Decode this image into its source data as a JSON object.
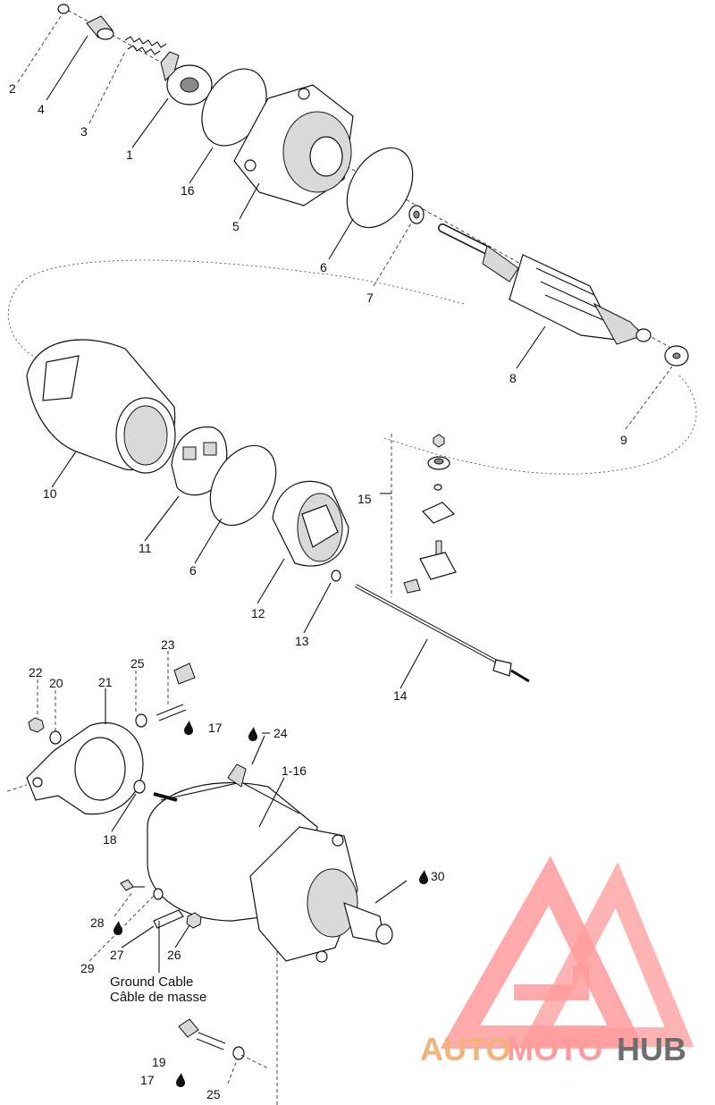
{
  "callouts": {
    "c1": "1",
    "c2": "2",
    "c3": "3",
    "c4": "4",
    "c5": "5",
    "c6a": "6",
    "c6b": "6",
    "c7": "7",
    "c8": "8",
    "c9": "9",
    "c10": "10",
    "c11": "11",
    "c12": "12",
    "c13": "13",
    "c14": "14",
    "c15": "15",
    "c16": "16",
    "c1_16": "1-16",
    "c17a": "17",
    "c17b": "17",
    "c18": "18",
    "c19": "19",
    "c20": "20",
    "c21": "21",
    "c22": "22",
    "c23": "23",
    "c24": "24",
    "c25a": "25",
    "c25b": "25",
    "c26": "26",
    "c27": "27",
    "c28": "28",
    "c29": "29",
    "c30": "30"
  },
  "ground_cable": {
    "en": "Ground Cable",
    "fr": "Câble de masse"
  },
  "watermark": {
    "part1": "AUTO",
    "part2": "MOTO",
    "part3": "HUB"
  },
  "colors": {
    "watermark_triangle": "#ff9b9b",
    "watermark_auto": "#f3b27a",
    "watermark_hub": "#6e6e6e"
  },
  "icons": {
    "lubricant": "oil-drop-icon"
  }
}
